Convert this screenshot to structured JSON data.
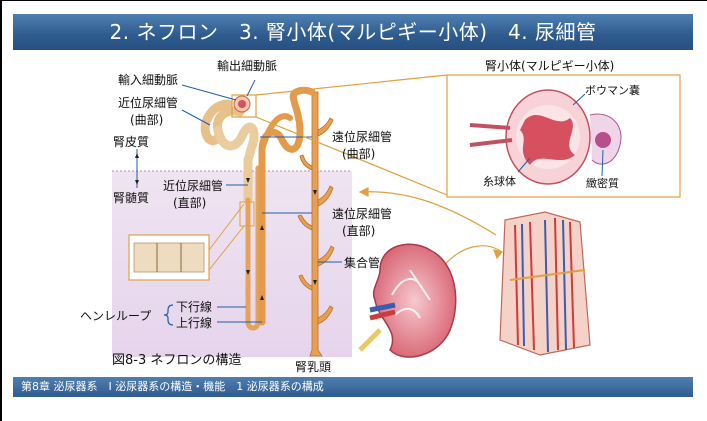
{
  "title": "2. ネフロン　3. 腎小体(マルピギー小体)　4. 尿細管",
  "footer": "第8章 泌尿器系　Ⅰ 泌尿器系の構造・機能　1 泌尿器系の構成",
  "labels": {
    "afferent": "輸入細動脈",
    "efferent": "輸出細動脈",
    "proximal_convoluted_1": "近位尿細管",
    "proximal_convoluted_2": "(曲部)",
    "cortex": "腎皮質",
    "medulla": "腎髄質",
    "proximal_straight_1": "近位尿細管",
    "proximal_straight_2": "(直部)",
    "distal_convoluted_1": "遠位尿細管",
    "distal_convoluted_2": "(曲部)",
    "distal_straight_1": "遠位尿細管",
    "distal_straight_2": "(直部)",
    "collecting_duct": "集合管",
    "henle_loop": "ヘンレループ",
    "descending": "下行線",
    "ascending": "上行線",
    "papilla": "腎乳頭",
    "caption": "図8-3 ネフロンの構造",
    "renal_corpuscle": "腎小体(マルピギー小体)",
    "bowman": "ボウマン嚢",
    "glomerulus": "糸球体",
    "macula_densa": "緻密質"
  },
  "colors": {
    "title_bar": "#2f5b8f",
    "tubule": "#e8a95a",
    "tubule_light": "#f1d6ad",
    "medulla_tint": "#e9dbee",
    "pointer_blue": "#1f5fa8",
    "connector_gold": "#e0a040",
    "tissue_pink": "#e06a78"
  }
}
